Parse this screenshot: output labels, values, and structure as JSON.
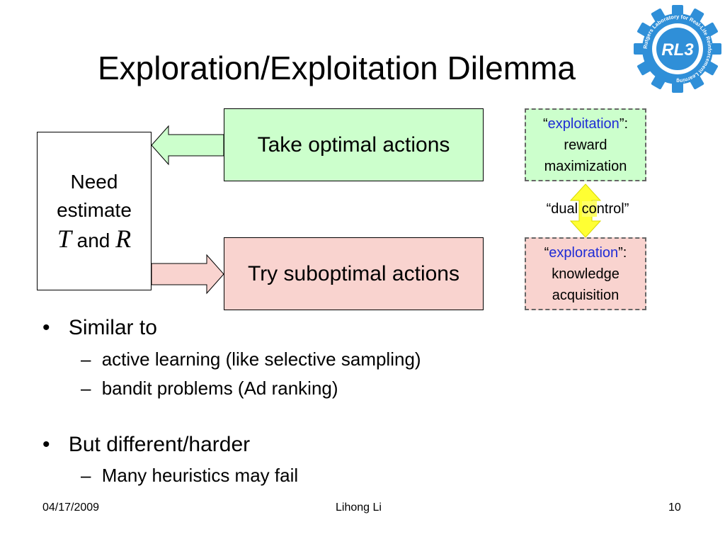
{
  "slide": {
    "title": "Exploration/Exploitation Dilemma"
  },
  "logo": {
    "text": "RL3",
    "ring_text": "Rutgers Laboratory for Real-Life Reinforcement Learning"
  },
  "diagram": {
    "need_line1": "Need",
    "need_line2": "estimate",
    "need_var1": "T",
    "need_and": "and",
    "need_var2": "R",
    "optimal_label": "Take optimal actions",
    "suboptimal_label": "Try suboptimal actions",
    "exploitation": {
      "open_quote": "“",
      "term": "exploitation",
      "close_quote": "”:",
      "line2": "reward",
      "line3": "maximization"
    },
    "exploration": {
      "open_quote": "“",
      "term": "exploration",
      "close_quote": "”:",
      "line2": "knowledge",
      "line3": "acquisition"
    },
    "dual_control": {
      "before": "“dual ",
      "highlight": "co",
      "after": "ntrol”"
    },
    "colors": {
      "optimal_fill": "#ccffcc",
      "suboptimal_fill": "#f9d3cf",
      "double_arrow": "#ffff33",
      "term_color": "#1f2bd6"
    }
  },
  "bullets": [
    {
      "marker": "•",
      "text": "Similar to",
      "subs": [
        {
          "marker": "–",
          "text": "active learning (like selective sampling)"
        },
        {
          "marker": "–",
          "text": "bandit problems (Ad ranking)"
        }
      ]
    },
    {
      "marker": "•",
      "text": "But different/harder",
      "subs": [
        {
          "marker": "–",
          "text": "Many heuristics may fail"
        }
      ]
    }
  ],
  "footer": {
    "date": "04/17/2009",
    "author": "Lihong Li",
    "page": "10"
  }
}
